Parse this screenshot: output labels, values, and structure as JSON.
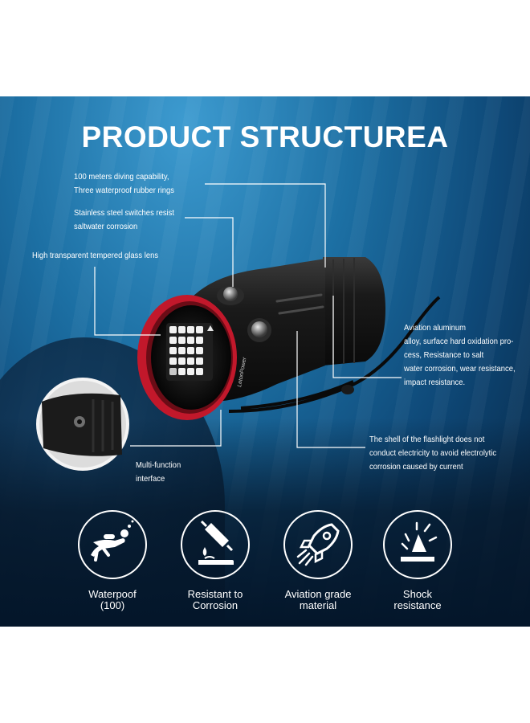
{
  "title": "PRODUCT STRUCTUREA",
  "brand": "LetonPower",
  "callouts": {
    "diving": "100 meters diving capability,\nThree waterproof rubber rings",
    "switches": "Stainless steel switches resist\nsaltwater corrosion",
    "glass": "High transparent tempered glass lens",
    "aluminum": "Aviation aluminum\nalloy, surface hard oxidation pro-\ncess, Resistance to salt\nwater corrosion, wear resistance,\nimpact resistance.",
    "shell": "The shell of the flashlight does not\nconduct electricity  to avoid electrolytic\ncorrosion caused by current",
    "interface": "Multi-function\ninterface"
  },
  "features": [
    {
      "label": "Waterpoof\n(100)",
      "icon": "diver-icon"
    },
    {
      "label": "Resistant to\nCorrosion",
      "icon": "corrosion-icon"
    },
    {
      "label": "Aviation grade\nmaterial",
      "icon": "rocket-icon"
    },
    {
      "label": "Shock\nresistance",
      "icon": "shock-icon"
    }
  ],
  "colors": {
    "ocean_light": "#3d9bd0",
    "ocean_dark": "#06203b",
    "bezel_red": "#c2182b",
    "body_black": "#161616",
    "text": "#ffffff"
  }
}
